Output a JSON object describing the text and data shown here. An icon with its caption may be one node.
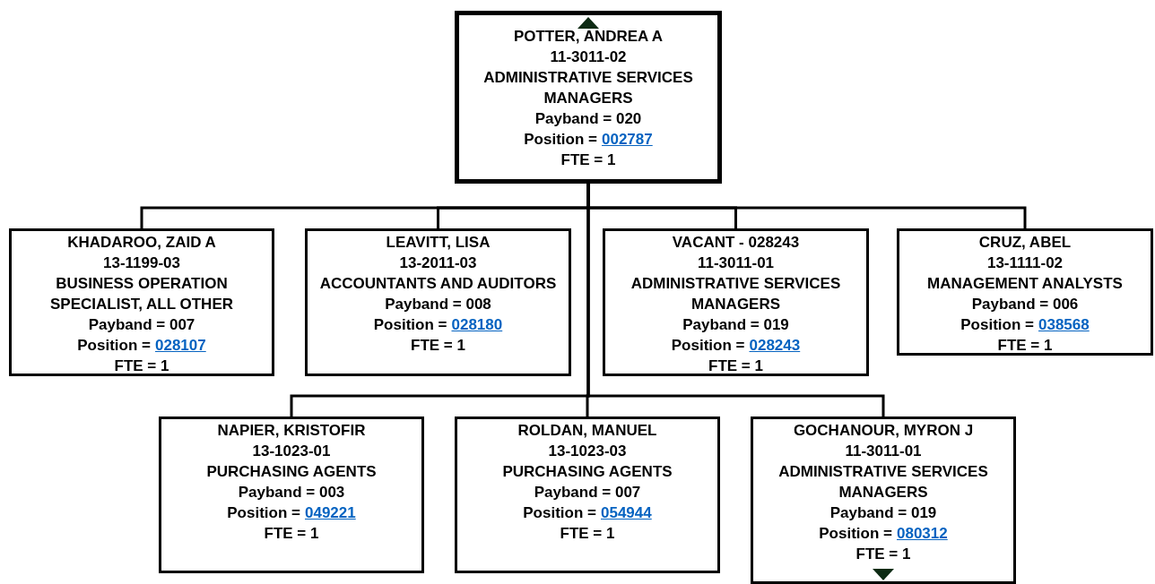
{
  "diagram": {
    "nodes": [
      {
        "text": [
          "POTTER, ANDREA A",
          "11-3011-02",
          "ADMINISTRATIVE SERVICES MANAGERS",
          "Payband = 020",
          "Position =",
          "002787",
          "FTE = 1"
        ]
      },
      {
        "text": [
          "KHADAROO, ZAID A",
          "13-1199-03",
          "BUSINESS OPERATION SPECIALIST, ALL OTHER",
          "Payband = 007",
          "Position =",
          "028107",
          "FTE = 1"
        ]
      },
      {
        "text": [
          "LEAVITT, LISA",
          "13-2011-03",
          "ACCOUNTANTS AND AUDITORS",
          "Payband = 008",
          "Position =",
          "028180",
          "FTE = 1"
        ]
      },
      {
        "text": [
          "VACANT - 028243",
          "11-3011-01",
          "ADMINISTRATIVE SERVICES MANAGERS",
          "Payband = 019",
          "Position =",
          "028243",
          "FTE = 1"
        ]
      },
      {
        "text": [
          "CRUZ, ABEL",
          "13-1111-02",
          "MANAGEMENT ANALYSTS",
          "Payband = 006",
          "Position =",
          "038568",
          "FTE = 1"
        ]
      },
      {
        "text": [
          "NAPIER, KRISTOFIR",
          "13-1023-01",
          "PURCHASING AGENTS",
          "Payband = 003",
          "Position =",
          "049221",
          "FTE = 1"
        ]
      },
      {
        "text": [
          "ROLDAN, MANUEL",
          "13-1023-03",
          "PURCHASING AGENTS",
          "Payband = 007",
          "Position =",
          "054944",
          "FTE = 1"
        ]
      },
      {
        "text": [
          "GOCHANOUR, MYRON J",
          "11-3011-01",
          "ADMINISTRATIVE SERVICES MANAGERS",
          "Payband = 019",
          "Position =",
          "080312",
          "FTE = 1"
        ]
      }
    ],
    "edges": [
      {
        "from": 0,
        "to": 1,
        "arrow": "none"
      },
      {
        "from": 0,
        "to": 2,
        "arrow": "none"
      },
      {
        "from": 0,
        "to": 3,
        "arrow": "none"
      },
      {
        "from": 0,
        "to": 4,
        "arrow": "none"
      },
      {
        "from": 0,
        "to": 5,
        "arrow": "none"
      },
      {
        "from": 0,
        "to": 6,
        "arrow": "none"
      },
      {
        "from": 0,
        "to": 7,
        "arrow": "none"
      }
    ]
  }
}
